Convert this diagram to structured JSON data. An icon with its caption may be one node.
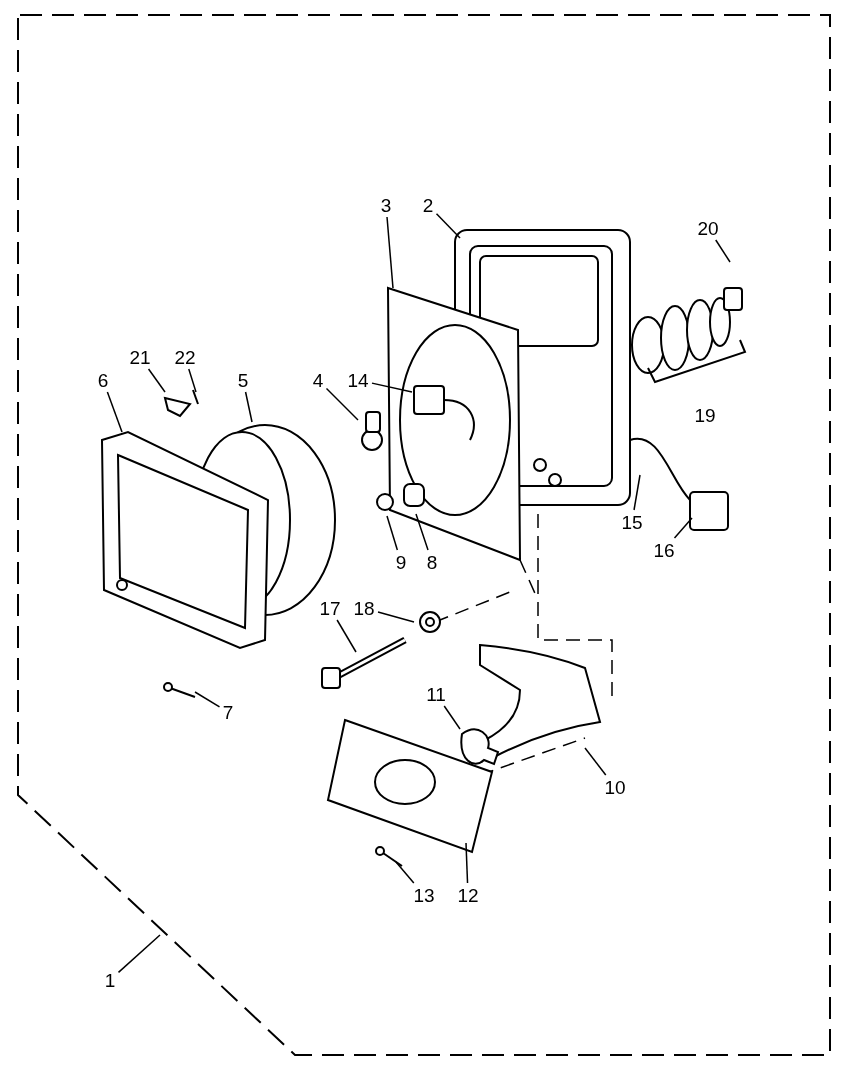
{
  "diagram": {
    "nodes": [
      {
        "text": [
          "20"
        ]
      },
      {
        "text": [
          "3"
        ]
      },
      {
        "text": [
          "2"
        ]
      },
      {
        "text": [
          "21"
        ]
      },
      {
        "text": [
          "22"
        ]
      },
      {
        "text": [
          "6"
        ]
      },
      {
        "text": [
          "5"
        ]
      },
      {
        "text": [
          "4"
        ]
      },
      {
        "text": [
          "14"
        ]
      },
      {
        "text": [
          "19"
        ]
      },
      {
        "text": [
          "15"
        ]
      },
      {
        "text": [
          "16"
        ]
      },
      {
        "text": [
          "9"
        ]
      },
      {
        "text": [
          "8"
        ]
      },
      {
        "text": [
          "17"
        ]
      },
      {
        "text": [
          "18"
        ]
      },
      {
        "text": [
          "7"
        ]
      },
      {
        "text": [
          "11"
        ]
      },
      {
        "text": [
          "10"
        ]
      },
      {
        "text": [
          "13"
        ]
      },
      {
        "text": [
          "12"
        ]
      },
      {
        "text": [
          "1"
        ]
      }
    ],
    "edges": [
      {
        "from": 0,
        "to": null,
        "arrow": "none"
      },
      {
        "from": 1,
        "to": null,
        "arrow": "none"
      },
      {
        "from": 2,
        "to": null,
        "arrow": "none"
      },
      {
        "from": 3,
        "to": null,
        "arrow": "none"
      },
      {
        "from": 4,
        "to": null,
        "arrow": "none"
      },
      {
        "from": 5,
        "to": null,
        "arrow": "none"
      },
      {
        "from": 6,
        "to": null,
        "arrow": "none"
      },
      {
        "from": 7,
        "to": null,
        "arrow": "none"
      },
      {
        "from": 8,
        "to": null,
        "arrow": "none"
      },
      {
        "from": 10,
        "to": null,
        "arrow": "none"
      },
      {
        "from": 11,
        "to": null,
        "arrow": "none"
      },
      {
        "from": 12,
        "to": null,
        "arrow": "none"
      },
      {
        "from": 13,
        "to": null,
        "arrow": "none"
      },
      {
        "from": 14,
        "to": null,
        "arrow": "none"
      },
      {
        "from": 15,
        "to": null,
        "arrow": "none"
      },
      {
        "from": 16,
        "to": null,
        "arrow": "none"
      },
      {
        "from": 17,
        "to": null,
        "arrow": "none"
      },
      {
        "from": 18,
        "to": null,
        "arrow": "none"
      },
      {
        "from": 19,
        "to": null,
        "arrow": "none"
      },
      {
        "from": 20,
        "to": null,
        "arrow": "none"
      },
      {
        "from": 21,
        "to": null,
        "arrow": "none"
      }
    ]
  }
}
